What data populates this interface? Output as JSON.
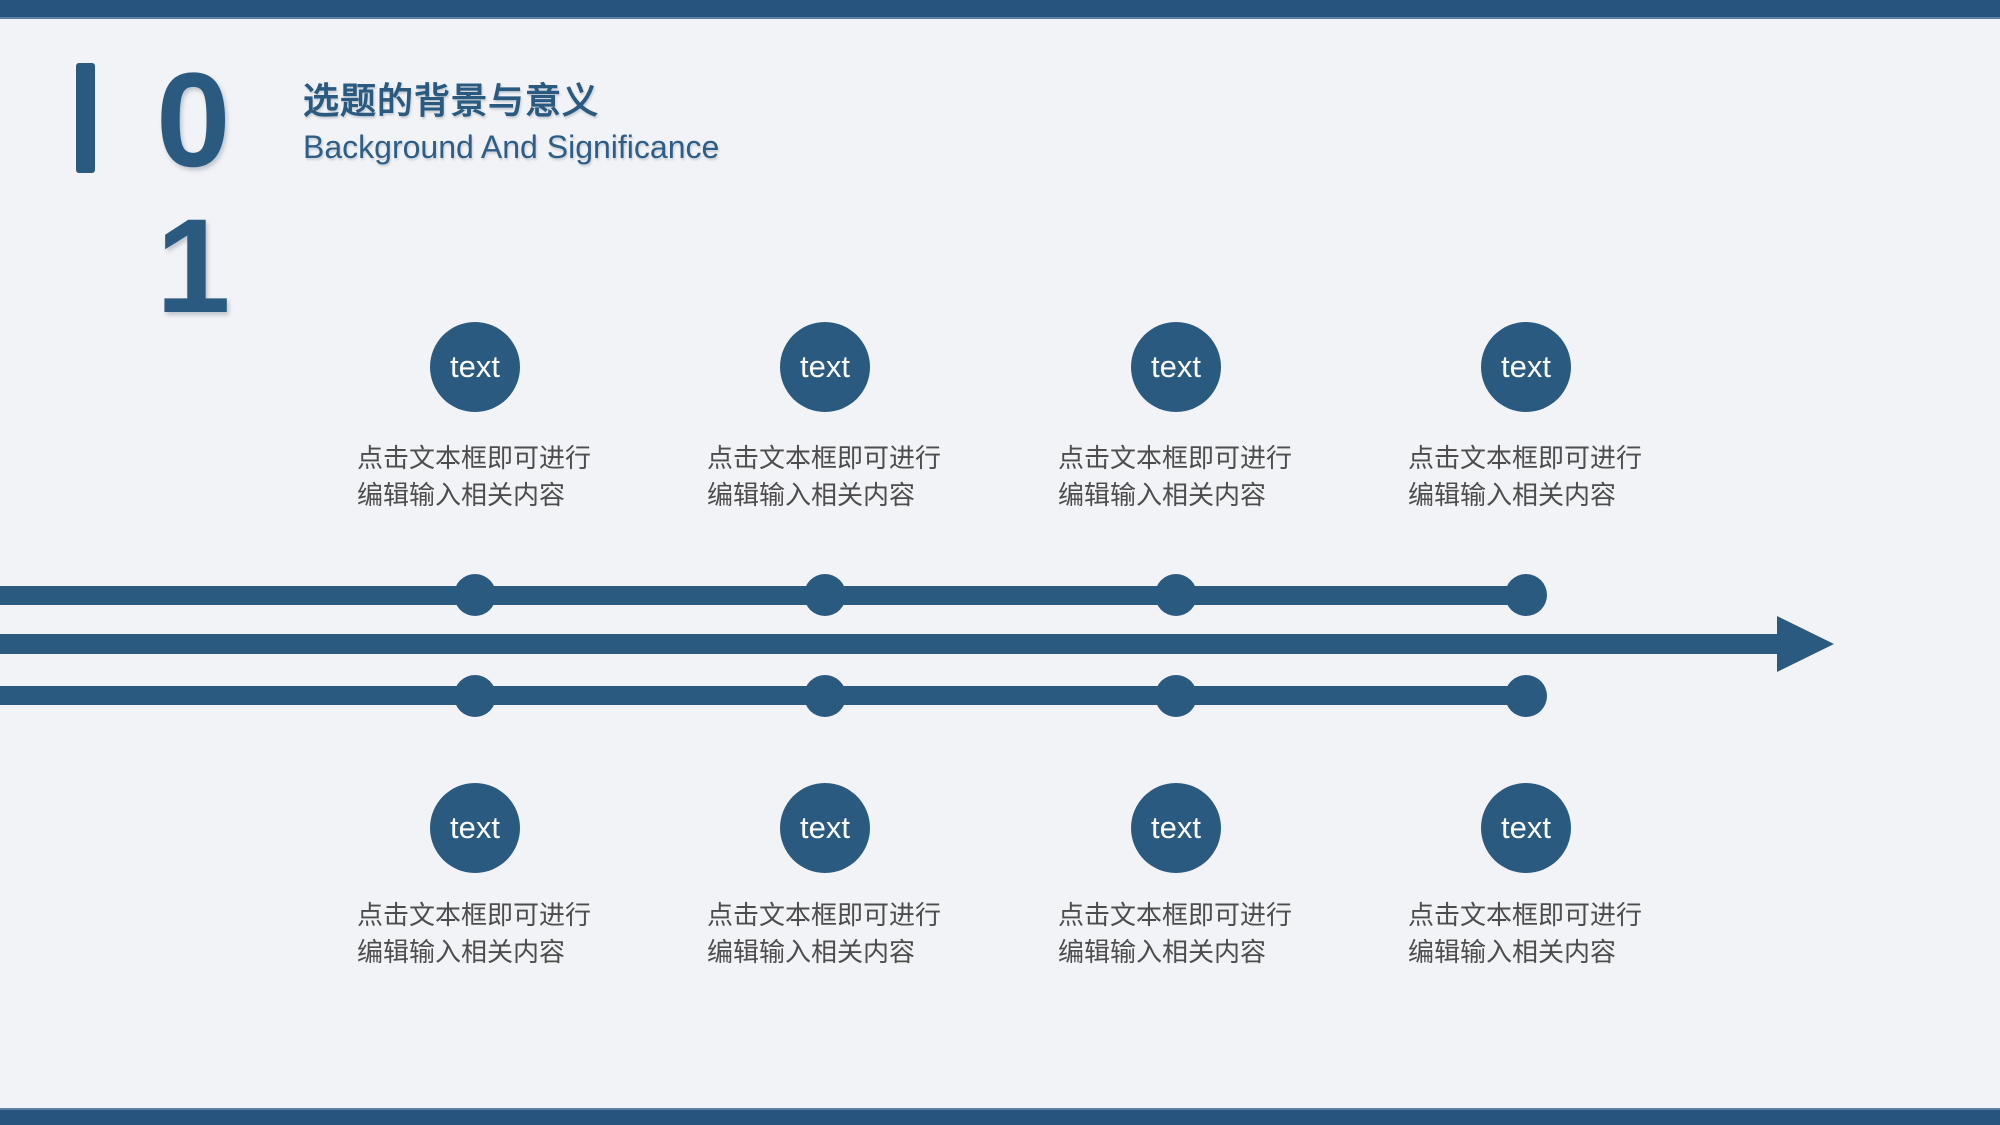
{
  "colors": {
    "accent": "#2B5A81",
    "bar": "#26547E",
    "bar_edge": "#5C7FA6",
    "background": "#F2F3F6",
    "body_text": "#4D4D4D",
    "node_label_text": "#FFFFFF"
  },
  "header": {
    "section_number": "01",
    "title": "选题的背景与意义",
    "subtitle": "Background And Significance"
  },
  "diagram": {
    "rows": [
      {
        "position": "top",
        "nodes": [
          {
            "label": "text",
            "desc": [
              "点击文本框即可进行",
              "编辑输入相关内容"
            ]
          },
          {
            "label": "text",
            "desc": [
              "点击文本框即可进行",
              "编辑输入相关内容"
            ]
          },
          {
            "label": "text",
            "desc": [
              "点击文本框即可进行",
              "编辑输入相关内容"
            ]
          },
          {
            "label": "text",
            "desc": [
              "点击文本框即可进行",
              "编辑输入相关内容"
            ]
          }
        ]
      },
      {
        "position": "bottom",
        "nodes": [
          {
            "label": "text",
            "desc": [
              "点击文本框即可进行",
              "编辑输入相关内容"
            ]
          },
          {
            "label": "text",
            "desc": [
              "点击文本框即可进行",
              "编辑输入相关内容"
            ]
          },
          {
            "label": "text",
            "desc": [
              "点击文本框即可进行",
              "编辑输入相关内容"
            ]
          },
          {
            "label": "text",
            "desc": [
              "点击文本框即可进行",
              "编辑输入相关内容"
            ]
          }
        ]
      }
    ]
  }
}
